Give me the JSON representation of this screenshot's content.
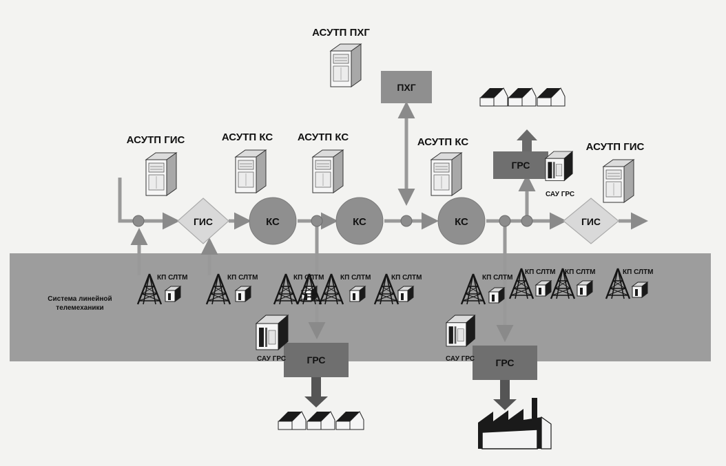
{
  "colors": {
    "band": "#9a9a9a",
    "pipe": "#9b9b9b",
    "node": "#8c8c8c",
    "ks_fill": "#8d8d8d",
    "gis_fill": "#d9d9d9",
    "grs_fill": "#6f6f6f",
    "phg_fill": "#8f8f8f"
  },
  "labels": {
    "asutp_phg": "АСУТП ПХГ",
    "asutp_gis_left": "АСУТП ГИС",
    "asutp_ks_1": "АСУТП КС",
    "asutp_ks_2": "АСУТП КС",
    "asutp_ks_3": "АСУТП КС",
    "asutp_gis_right": "АСУТП ГИС",
    "phg": "ПХГ",
    "gis_left": "ГИС",
    "gis_right": "ГИС",
    "ks_1": "КС",
    "ks_2": "КС",
    "ks_3": "КС",
    "grs_top": "ГРС",
    "grs_bottom_left": "ГРС",
    "grs_bottom_right": "ГРС",
    "sau_grs_top": "САУ ГРС",
    "sau_grs_mid": "САУ ГРС",
    "sau_grs_right": "САУ ГРС",
    "kp_sltm_1": "КП СЛТМ",
    "kp_sltm_2": "КП СЛТМ",
    "kp_sltm_3": "КП СЛТМ",
    "kp_sltm_4": "КП СЛТМ",
    "kp_sltm_5": "КП СЛТМ",
    "kp_sltm_6": "КП СЛТМ",
    "kp_sltm_7": "КП СЛТМ",
    "kp_sltm_8": "КП СЛТМ",
    "telemetry_line1": "Система линейной",
    "telemetry_line2": "телемеханики"
  },
  "icons": [
    "server-icon",
    "radio-tower-icon",
    "rtu-cabinet-icon",
    "house-icon",
    "factory-icon"
  ]
}
